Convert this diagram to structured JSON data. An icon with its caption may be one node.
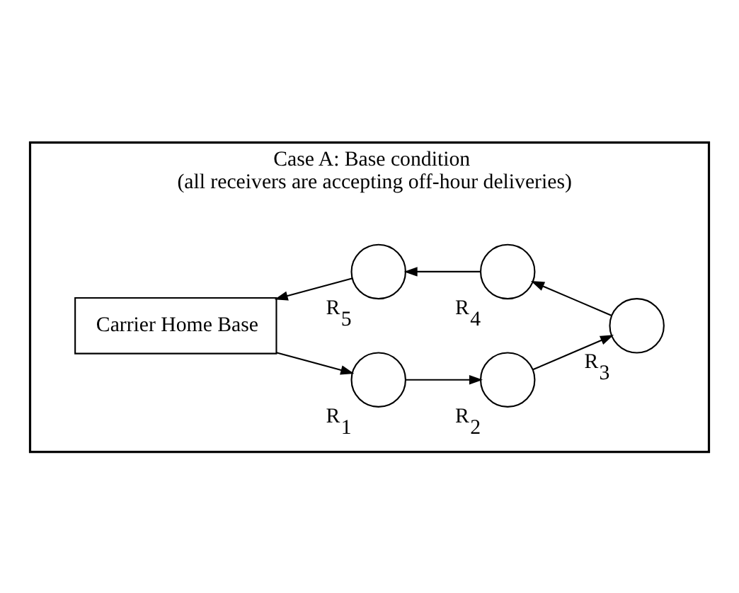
{
  "diagram": {
    "nodes": [
      {
        "text": [
          "Case A: Base condition",
          "(all receivers are accepting off-hour deliveries)"
        ]
      },
      {
        "text": [
          "Carrier Home Base"
        ],
        "in": 0
      },
      {
        "text": [],
        "shape": "circle",
        "in": 0,
        "beside": [
          "R$_{1}$"
        ]
      },
      {
        "text": [],
        "shape": "circle",
        "in": 0,
        "beside": [
          "R$_{2}$"
        ]
      },
      {
        "text": [],
        "shape": "circle",
        "in": 0,
        "beside": [
          "R$_{3}$"
        ]
      },
      {
        "text": [],
        "shape": "circle",
        "in": 0,
        "beside": [
          "R$_{4}$"
        ]
      },
      {
        "text": [],
        "shape": "circle",
        "in": 0,
        "beside": [
          "R$_{5}$"
        ]
      }
    ],
    "edges": [
      {
        "from": 1,
        "to": 2,
        "arrow": "to"
      },
      {
        "from": 2,
        "to": 3,
        "arrow": "to"
      },
      {
        "from": 3,
        "to": 4,
        "arrow": "to"
      },
      {
        "from": 4,
        "to": 5,
        "arrow": "to"
      },
      {
        "from": 5,
        "to": 6,
        "arrow": "to"
      },
      {
        "from": 6,
        "to": 1,
        "arrow": "to"
      }
    ]
  }
}
